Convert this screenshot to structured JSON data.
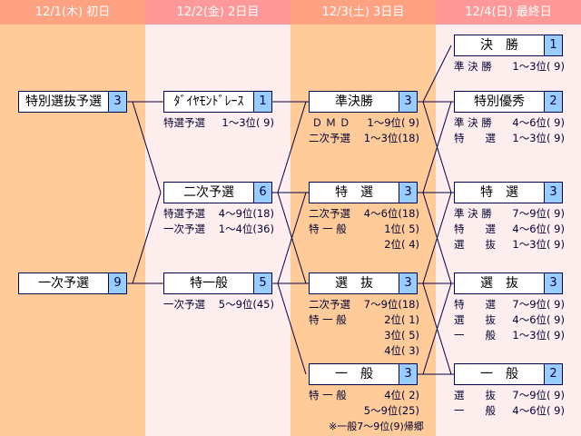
{
  "days": [
    {
      "header": "12/1(木) 初日",
      "races": [
        {
          "name": "特別選抜予選",
          "count": "3",
          "rows": []
        },
        {
          "name": "一次予選",
          "count": "9",
          "rows": []
        }
      ]
    },
    {
      "header": "12/2(金) 2日目",
      "races": [
        {
          "name": "ﾀﾞｲﾔﾓﾝﾄﾞﾚｰｽ",
          "count": "1",
          "rows": [
            {
              "label": "特選予選",
              "value": "1〜3位( 9)"
            }
          ]
        },
        {
          "name": "二次予選",
          "count": "6",
          "rows": [
            {
              "label": "特選予選",
              "value": "4〜9位(18)"
            },
            {
              "label": "一次予選",
              "value": "1〜4位(36)"
            }
          ]
        },
        {
          "name": "特一般",
          "count": "5",
          "rows": [
            {
              "label": "一次予選",
              "value": "5〜9位(45)"
            }
          ]
        }
      ]
    },
    {
      "header": "12/3(土) 3日目",
      "races": [
        {
          "name": "準決勝",
          "count": "3",
          "rows": [
            {
              "label": " Ｄ Ｍ Ｄ",
              "value": "1〜9位( 9)"
            },
            {
              "label": "二次予選",
              "value": "1〜3位(18)"
            }
          ]
        },
        {
          "name": "特　選",
          "count": "3",
          "rows": [
            {
              "label": "二次予選",
              "value": "4〜6位(18)"
            },
            {
              "label": "特 一 般",
              "value": "1位( 5)"
            },
            {
              "label": "",
              "value": "2位( 4)"
            }
          ]
        },
        {
          "name": "選　抜",
          "count": "3",
          "rows": [
            {
              "label": "二次予選",
              "value": "7〜9位(18)"
            },
            {
              "label": "特 一 般",
              "value": "2位( 1)"
            },
            {
              "label": "",
              "value": "3位( 5)"
            },
            {
              "label": "",
              "value": "4位( 3)"
            }
          ]
        },
        {
          "name": "一　般",
          "count": "3",
          "rows": [
            {
              "label": "特 一 般",
              "value": "4位( 2)"
            },
            {
              "label": "",
              "value": "5〜9位(25)"
            }
          ]
        }
      ],
      "note": "※一般7〜9位(9)帰郷"
    },
    {
      "header": "12/4(日) 最終日",
      "races": [
        {
          "name": "決　勝",
          "count": "1",
          "rows": [
            {
              "label": "準 決 勝",
              "value": "1〜3位( 9)"
            }
          ]
        },
        {
          "name": "特別優秀",
          "count": "2",
          "rows": [
            {
              "label": "準 決 勝",
              "value": "4〜6位( 9)"
            },
            {
              "label": "特　　選",
              "value": "1〜3位( 9)"
            }
          ]
        },
        {
          "name": "特　選",
          "count": "3",
          "rows": [
            {
              "label": "準 決 勝",
              "value": "7〜9位( 9)"
            },
            {
              "label": "特　　選",
              "value": "4〜6位( 9)"
            },
            {
              "label": "選　　抜",
              "value": "1〜3位( 9)"
            }
          ]
        },
        {
          "name": "選　抜",
          "count": "3",
          "rows": [
            {
              "label": "特　　選",
              "value": "7〜9位( 9)"
            },
            {
              "label": "選　　抜",
              "value": "4〜6位( 9)"
            },
            {
              "label": "一　　般",
              "value": "1〜3位( 9)"
            }
          ]
        },
        {
          "name": "一　般",
          "count": "2",
          "rows": [
            {
              "label": "選　　抜",
              "value": "7〜9位( 9)"
            },
            {
              "label": "一　　般",
              "value": "4〜6位( 9)"
            }
          ]
        }
      ]
    }
  ],
  "colors": {
    "band_odd": "#FFCC99",
    "band_even": "#FFEEEE",
    "count_bg": "#99CCFF",
    "border": "#000055"
  }
}
